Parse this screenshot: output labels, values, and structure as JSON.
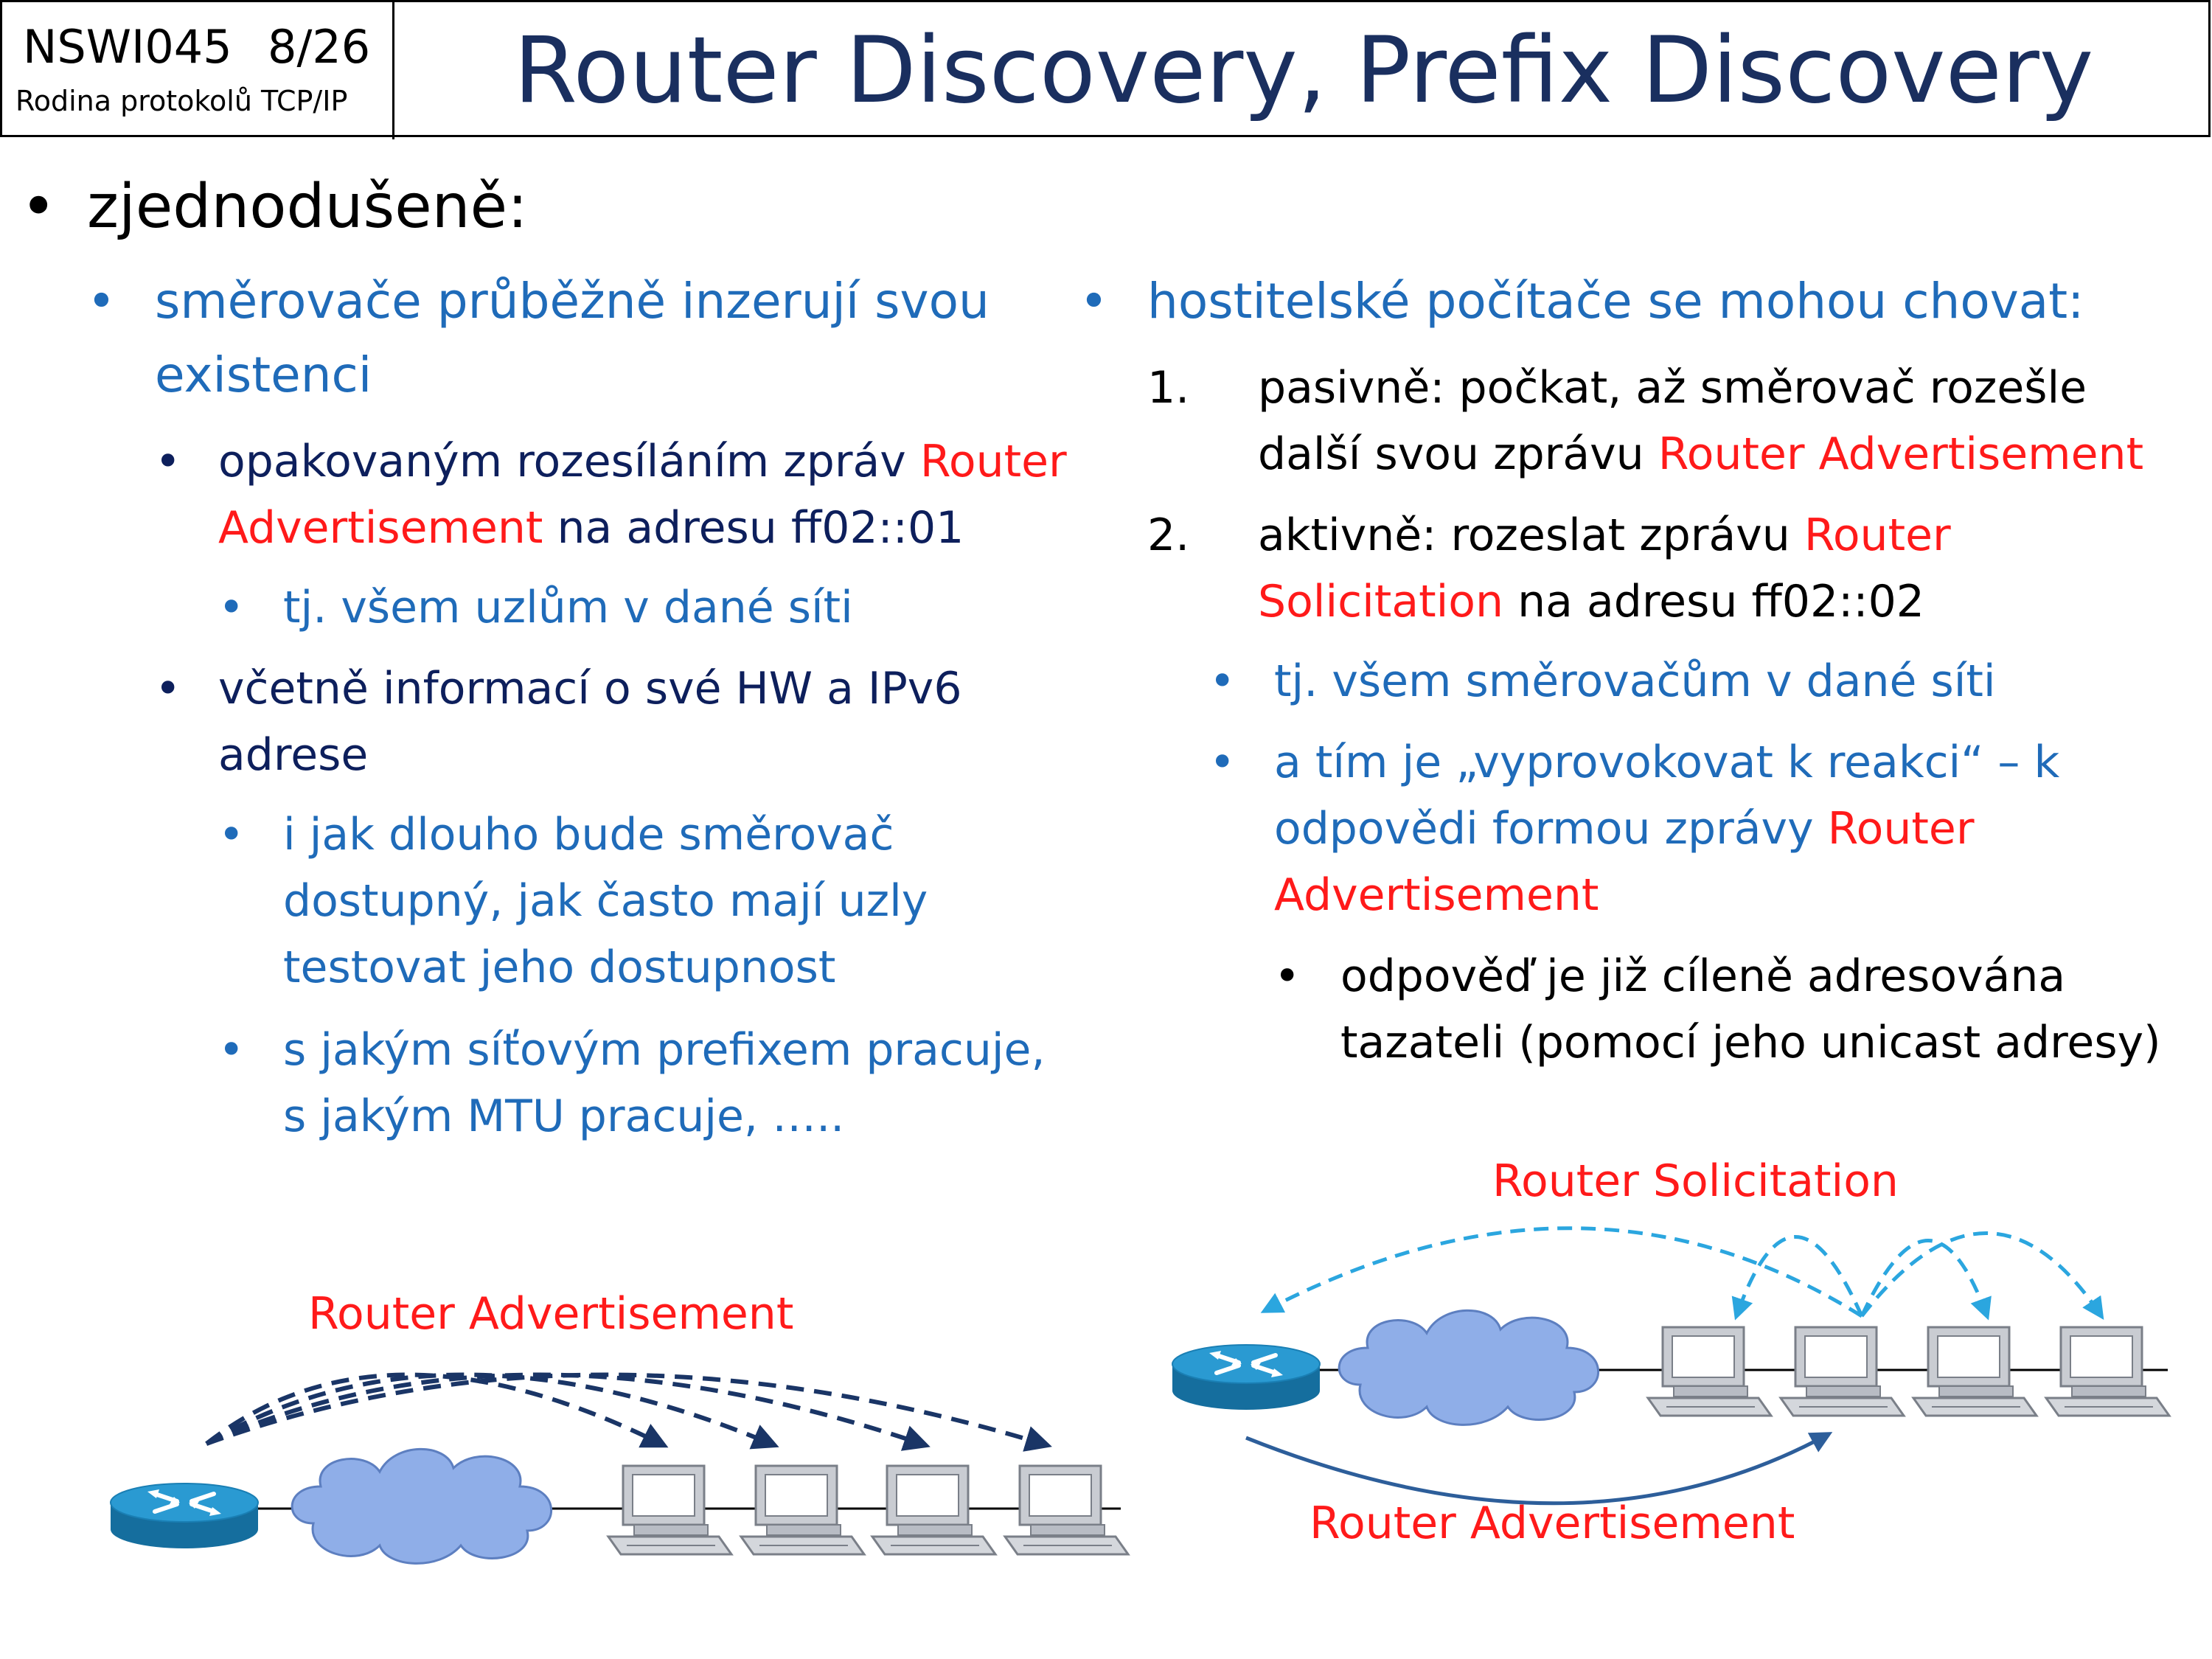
{
  "header": {
    "course_code": "NSWI045",
    "page": "8/26",
    "course_subtitle": "Rodina protokolů TCP/IP",
    "title": "Router Discovery, Prefix Discovery"
  },
  "bullets": {
    "main": "zjednodušeně:",
    "left": {
      "l1_a": "směrovače průběžně inzerují svou",
      "l1_b": "existenci",
      "l2a_a": "opakovaným rozesíláním zpráv ",
      "l2a_red_a": "Router",
      "l2a_red_b": "Advertisement",
      "l2a_b": " na adresu ff02::01",
      "l3a": "tj. všem uzlům v dané síti",
      "l2b_a": "včetně informací o své HW a IPv6",
      "l2b_b": "adrese",
      "l3b_a": "i jak dlouho bude směrovač",
      "l3b_b": "dostupný, jak často mají uzly",
      "l3b_c": "testovat jeho dostupnost",
      "l3c_a": "s jakým síťovým prefixem pracuje,",
      "l3c_b": "s jakým MTU pracuje, ….."
    },
    "right": {
      "r1": "hostitelské počítače se mohou chovat:",
      "n1": "1.",
      "n1_a": "pasivně: počkat, až směrovač rozešle",
      "n1_b": "další svou zprávu ",
      "n1_red": "Router Advertisement",
      "n2": "2.",
      "n2_a": "aktivně: rozeslat zprávu ",
      "n2_red_a": "Router",
      "n2_red_b": "Solicitation",
      "n2_b": " na adresu ff02::02",
      "s1": "tj. všem směrovačům v dané síti",
      "s2_a": "a tím je „vyprovokovat k reakci“ – k",
      "s2_b": "odpovědi formou zprávy ",
      "s2_red_a": "Router",
      "s2_red_b": "Advertisement",
      "t1_a": "odpověď je již cíleně adresována",
      "t1_b": "tazateli (pomocí jeho unicast adresy)"
    }
  },
  "diagrams": {
    "left_label": "Router Advertisement",
    "right_top_label": "Router Solicitation",
    "right_bottom_label": "Router Advertisement"
  },
  "colors": {
    "title": "#1a2f5f",
    "navy_text": "#0d1f5c",
    "blue_text": "#1f6bb9",
    "red_text": "#ff1a1a",
    "router": "#1e90c8",
    "cloud": "#8faee8",
    "arrow_navy": "#1a3566",
    "arrow_blue": "#2ba6df"
  }
}
